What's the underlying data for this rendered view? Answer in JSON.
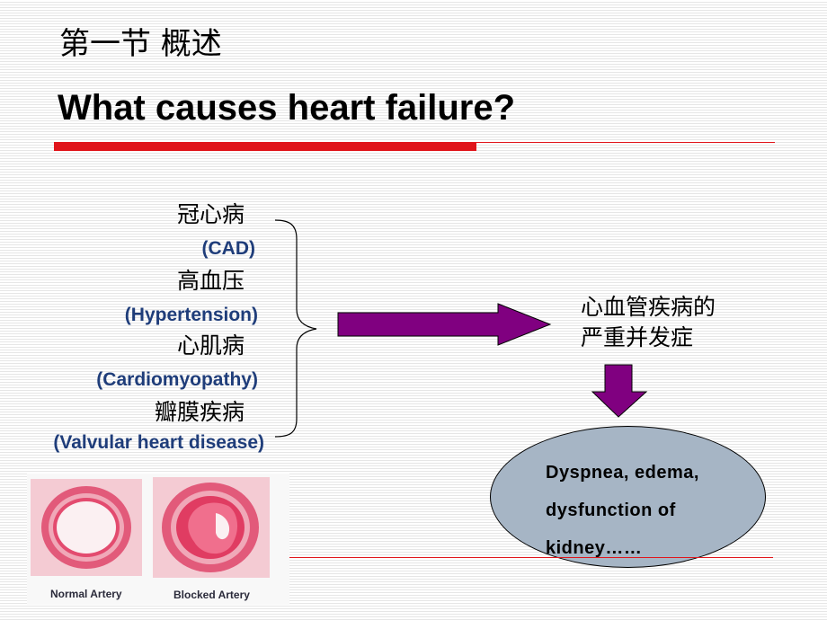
{
  "slide": {
    "subtitle": "第一节 概述",
    "title": "What causes heart failure?"
  },
  "causes": [
    {
      "cn": "冠心病",
      "en": "CAD"
    },
    {
      "cn": "高血压",
      "en": "Hypertension"
    },
    {
      "cn": "心肌病",
      "en": "Cardiomyopathy"
    },
    {
      "cn": "瓣膜疾病",
      "en": "Valvular heart disease"
    }
  ],
  "result": {
    "line1": "心血管疾病的",
    "line2": "严重并发症"
  },
  "outcome": {
    "line1": "Dyspnea, edema,",
    "line2": "dysfunction of",
    "line3": "kidney……"
  },
  "artery_image": {
    "label_normal": "Normal Artery",
    "label_blocked": "Blocked Artery"
  },
  "colors": {
    "accent_red": "#e0151b",
    "arrow_purple": "#800080",
    "english_label_blue": "#1f3d7a",
    "ellipse_fill": "#a6b5c5"
  }
}
